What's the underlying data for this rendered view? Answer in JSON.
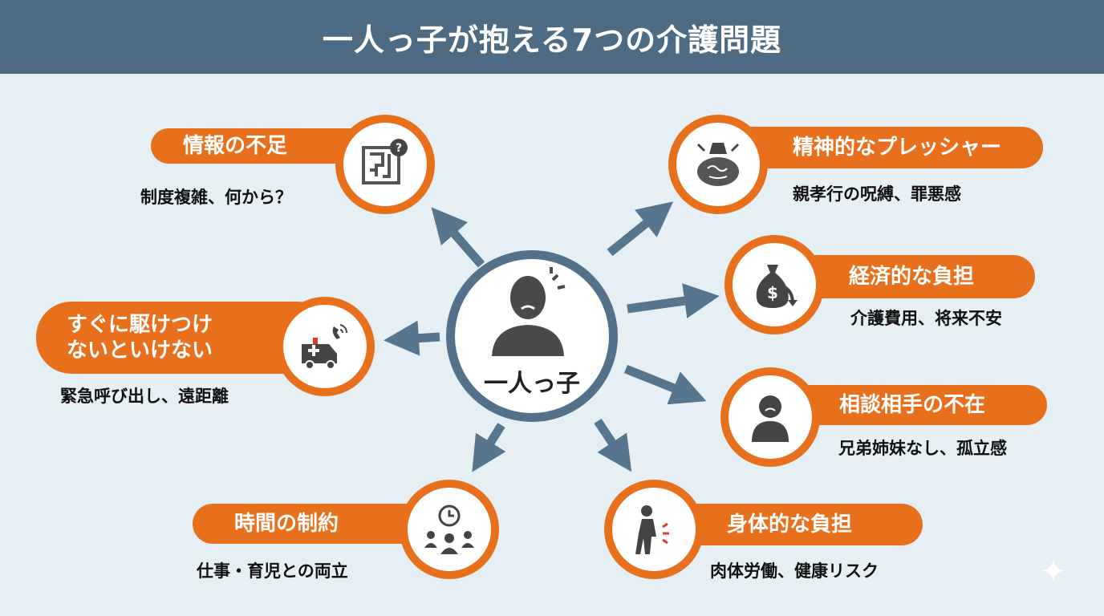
{
  "title": "一人っ子が抱える7つの介護問題",
  "center_label": "一人っ子",
  "colors": {
    "header": "#4e6b84",
    "accent": "#e8701d",
    "arrow": "#56758f",
    "background": "#e6eff4"
  },
  "items": [
    {
      "title": "情報の不足",
      "subtitle": "制度複雑、何から？",
      "icon": "maze-question-icon"
    },
    {
      "title": "精神的なプレッシャー",
      "subtitle": "親孝行の呪縛、罪悪感",
      "icon": "brain-weight-icon"
    },
    {
      "title": "経済的な負担",
      "subtitle": "介護費用、将来不安",
      "icon": "money-bag-icon"
    },
    {
      "title": "すぐに駆けつけ",
      "title2": "ないといけない",
      "subtitle": "緊急呼び出し、遠距離",
      "icon": "ambulance-phone-icon"
    },
    {
      "title": "相談相手の不在",
      "subtitle": "兄弟姉妹なし、孤立感",
      "icon": "sad-person-icon"
    },
    {
      "title": "時間の制約",
      "subtitle": "仕事・育児との両立",
      "icon": "clock-people-icon"
    },
    {
      "title": "身体的な負担",
      "subtitle": "肉体労働、健康リスク",
      "icon": "back-pain-icon"
    }
  ]
}
